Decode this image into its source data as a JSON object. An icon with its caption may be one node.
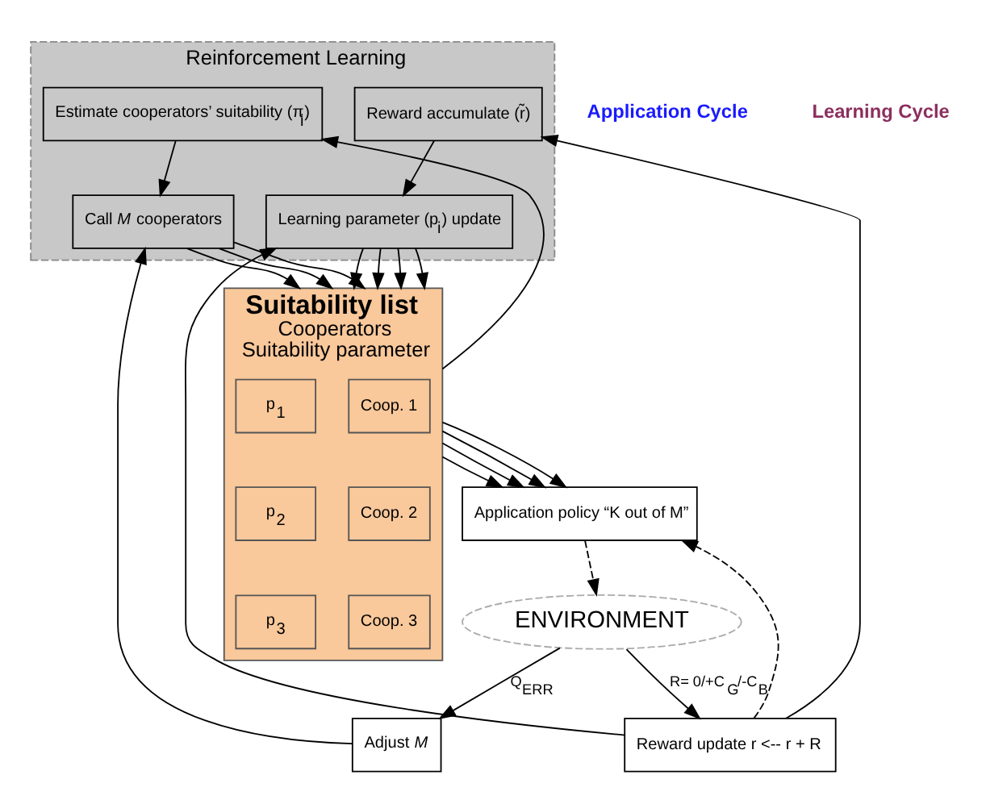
{
  "diagram": {
    "nodes": [
      {
        "text": [
          "Suitability list",
          "Cooperators",
          "Suitability parameter"
        ]
      },
      {
        "text": [
          "Coop. 1"
        ],
        "in": 0
      },
      {
        "text": [
          "Coop. 2"
        ],
        "in": 0
      },
      {
        "text": [
          "Coop. 3"
        ],
        "in": 0
      },
      {
        "text": [
          "p$_{1}$"
        ],
        "in": 0
      },
      {
        "text": [
          "p$_{2}$"
        ],
        "in": 0
      },
      {
        "text": [
          "p$_{3}$"
        ],
        "in": 0
      },
      {
        "text": [
          "Application policy “K out of M”"
        ]
      },
      {
        "text": [
          "ENVIRONMENT"
        ]
      },
      {
        "text": [
          "Reward update r <-- r + R"
        ]
      },
      {
        "text": [
          "Adjust *M*"
        ]
      },
      {
        "text": [
          "Reinforcement Learning"
        ]
      },
      {
        "text": [
          "Call *M* cooperators"
        ],
        "in": 11
      },
      {
        "text": [
          "Learning parameter (p$_{i}$) update"
        ],
        "in": 11
      },
      {
        "text": [
          "Estimate cooperators’ suitability (π$_{i}$)"
        ],
        "in": 11
      },
      {
        "text": [
          "Reward accumulate (r̃)"
        ],
        "in": 11
      }
    ],
    "edges": [
      {
        "from": 0,
        "to": 7,
        "arrow": "to"
      },
      {
        "from": 0,
        "to": 7,
        "arrow": "to"
      },
      {
        "from": 0,
        "to": 7,
        "arrow": "to"
      },
      {
        "from": 0,
        "to": 7,
        "arrow": "to"
      },
      {
        "from": 7,
        "to": 8,
        "arrow": "to",
        "style": "dashed"
      },
      {
        "from": 9,
        "to": 7,
        "arrow": "to",
        "style": "dashed"
      },
      {
        "from": 8,
        "to": 9,
        "arrow": "to",
        "label": "R= 0/+C$_{G}$/-C$_{B}$"
      },
      {
        "from": 8,
        "to": 10,
        "arrow": "to",
        "label": "Q$_{ERR}$"
      },
      {
        "from": 10,
        "to": 12,
        "arrow": "to"
      },
      {
        "from": 9,
        "to": 13,
        "arrow": "to"
      },
      {
        "from": 9,
        "to": 15,
        "arrow": "to"
      },
      {
        "from": 15,
        "to": 13,
        "arrow": "to"
      },
      {
        "from": 14,
        "to": 12,
        "arrow": "to"
      },
      {
        "from": 12,
        "to": 0,
        "arrow": "to"
      },
      {
        "from": 12,
        "to": 0,
        "arrow": "to"
      },
      {
        "from": 12,
        "to": 0,
        "arrow": "to"
      },
      {
        "from": 13,
        "to": 0,
        "arrow": "to"
      },
      {
        "from": 13,
        "to": 0,
        "arrow": "to"
      },
      {
        "from": 13,
        "to": 0,
        "arrow": "to"
      },
      {
        "from": 13,
        "to": 0,
        "arrow": "to"
      },
      {
        "from": 0,
        "to": 14,
        "arrow": "to"
      }
    ],
    "labels": [
      "Application Cycle",
      "Learning Cycle"
    ]
  }
}
